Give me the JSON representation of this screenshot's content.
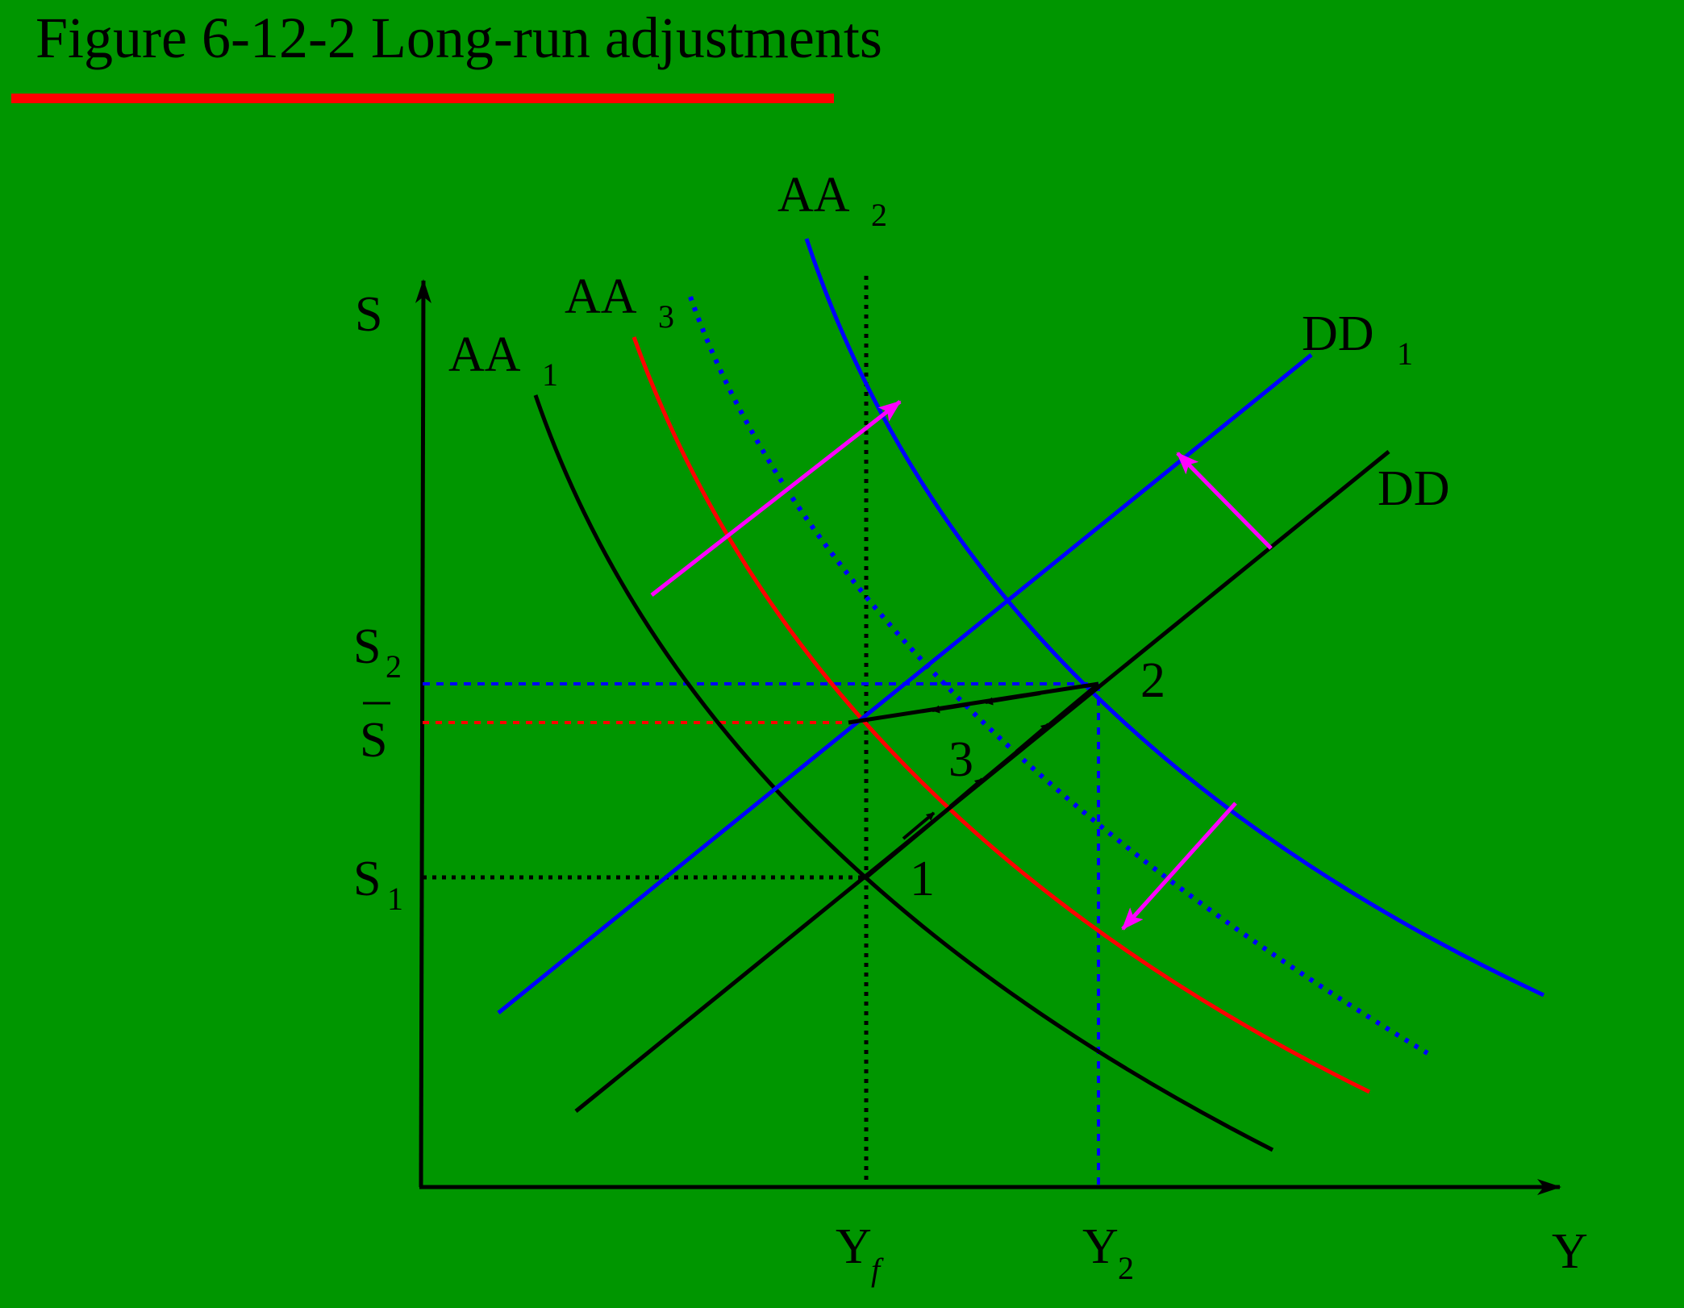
{
  "title": "Figure 6-12-2 Long-run adjustments",
  "colors": {
    "background": "#009600",
    "title_rule": "#ff0000",
    "axes": "#000000",
    "AA1": "#000000",
    "AA2": "#0000ff",
    "AA3": "#ff0000",
    "DD": "#000000",
    "DD1": "#0000ff",
    "shift_arrows": "#ff00ff",
    "S1_guide": "#000000",
    "S2_guide": "#0000ff",
    "S_bar_guide": "#ff0000"
  },
  "axes": {
    "y_label": "S",
    "x_label": "Y"
  },
  "ticks": {
    "s2_main": "S",
    "s2_sub": "2",
    "s_bar": "S",
    "s1_main": "S",
    "s1_sub": "1",
    "yf_main": "Y",
    "yf_sub": "f",
    "y2_main": "Y",
    "y2_sub": "2"
  },
  "curves": {
    "aa1_main": "AA",
    "aa1_sub": "1",
    "aa2_main": "AA",
    "aa2_sub": "2",
    "aa3_main": "AA",
    "aa3_sub": "3",
    "dd1_main": "DD",
    "dd1_sub": "1",
    "dd": "DD"
  },
  "points": {
    "p1": "1",
    "p2": "2",
    "p3": "3"
  }
}
